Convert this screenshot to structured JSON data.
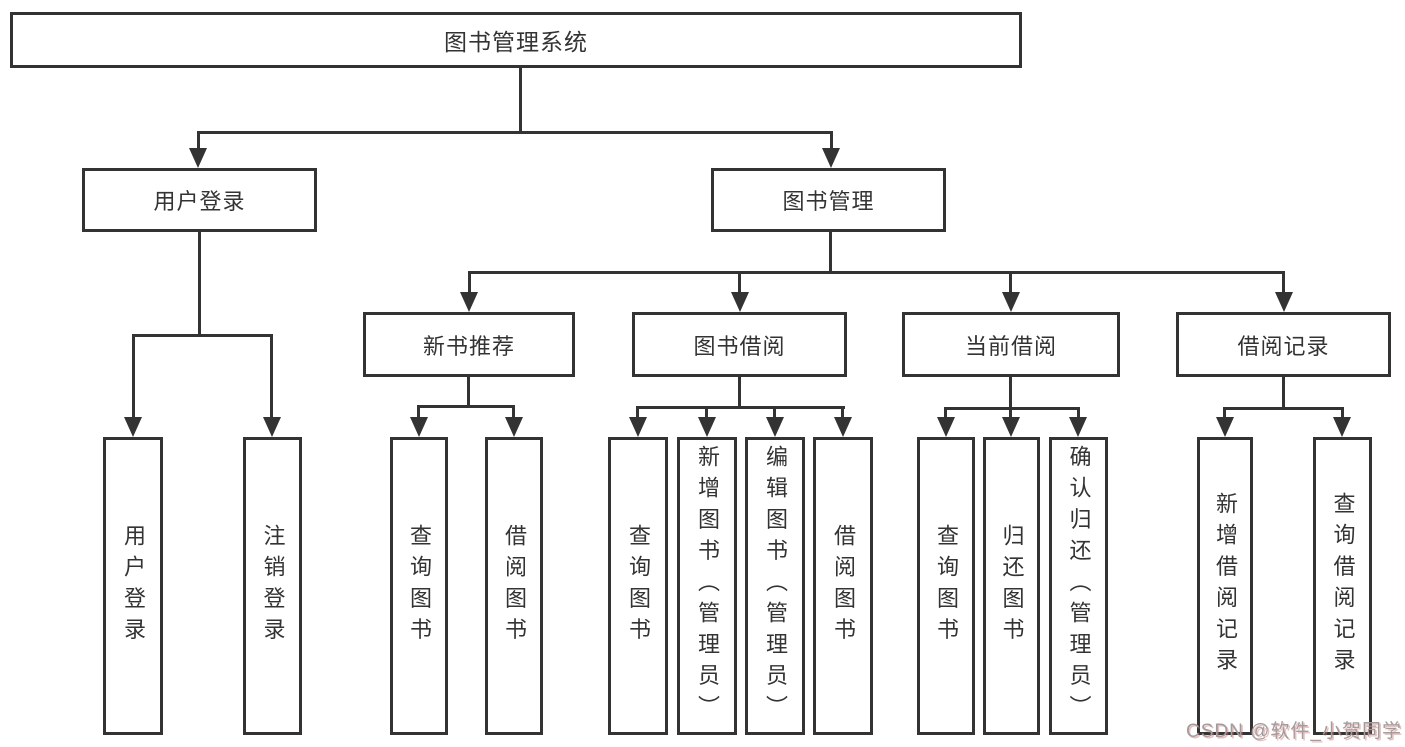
{
  "tree": {
    "label": "图书管理系统",
    "children": [
      {
        "label": "用户登录",
        "children": [
          {
            "label": "用户登录"
          },
          {
            "label": "注销登录"
          }
        ]
      },
      {
        "label": "图书管理",
        "children": [
          {
            "label": "新书推荐",
            "children": [
              {
                "label": "查询图书"
              },
              {
                "label": "借阅图书"
              }
            ]
          },
          {
            "label": "图书借阅",
            "children": [
              {
                "label": "查询图书"
              },
              {
                "label": "新增图书（管理员）"
              },
              {
                "label": "编辑图书（管理员）"
              },
              {
                "label": "借阅图书"
              }
            ]
          },
          {
            "label": "当前借阅",
            "children": [
              {
                "label": "查询图书"
              },
              {
                "label": "归还图书"
              },
              {
                "label": "确认归还（管理员）"
              }
            ]
          },
          {
            "label": "借阅记录",
            "children": [
              {
                "label": "新增借阅记录"
              },
              {
                "label": "查询借阅记录"
              }
            ]
          }
        ]
      }
    ]
  },
  "watermark": {
    "text": "CSDN @软件_小贺同学"
  },
  "colors": {
    "line": "#333333",
    "text": "#333333",
    "background": "#ffffff",
    "watermark": "#9e9e9e",
    "watermark_shadow": "#d86c6c"
  }
}
